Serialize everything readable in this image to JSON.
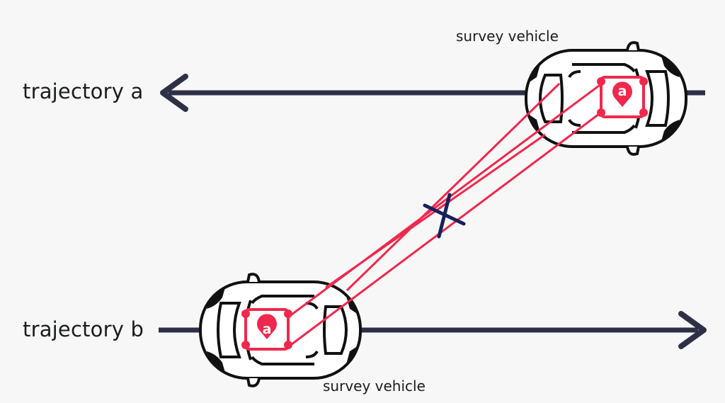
{
  "diagram": {
    "trajectory_a_label": "trajectory a",
    "trajectory_b_label": "trajectory b",
    "vehicle_top_label": "survey vehicle",
    "vehicle_bottom_label": "survey vehicle",
    "logo_letter": "a",
    "colors": {
      "background": "#f7f7f7",
      "trajectory_line": "#2e3047",
      "sight_line": "#f0284d",
      "marker": "#16205c",
      "car_outline": "#111111",
      "car_fill": "#ffffff",
      "device": "#f0284d"
    },
    "icons": {
      "car": "car-top-view-icon",
      "device": "camera-device-icon",
      "marker": "x-marker-icon",
      "arrow": "arrowhead-icon"
    }
  }
}
